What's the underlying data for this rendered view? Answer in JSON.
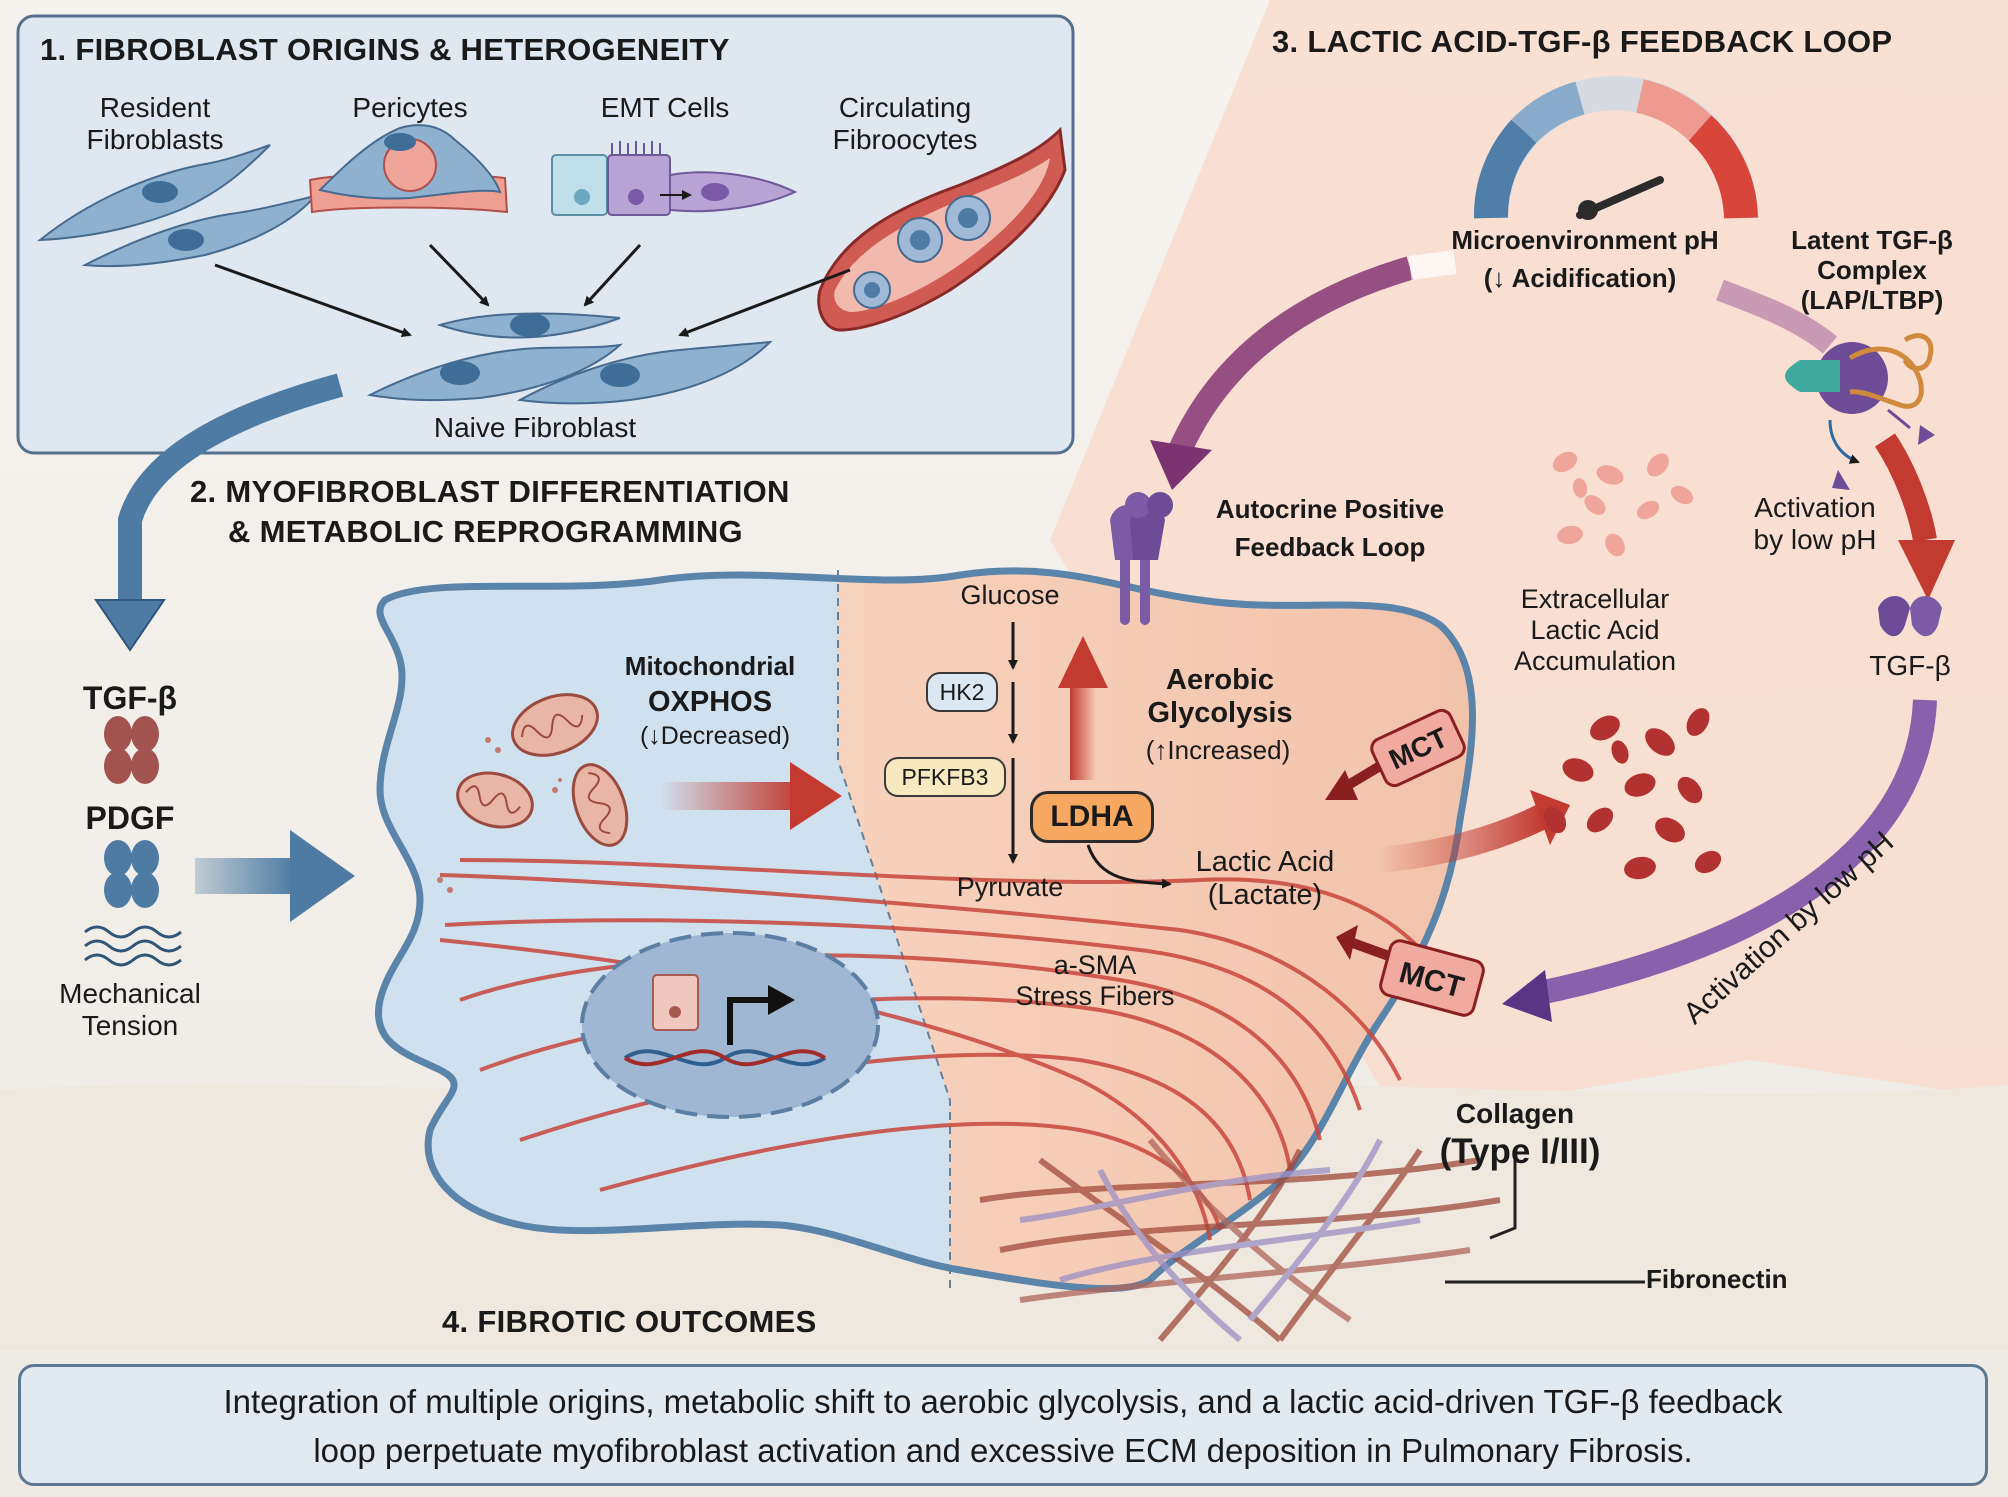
{
  "section1": {
    "title": "1. FIBROBLAST ORIGINS & HETEROGENEITY",
    "resident": [
      "Resident",
      "Fibroblasts"
    ],
    "pericytes": "Pericytes",
    "emt": "EMT Cells",
    "circulating": [
      "Circulating",
      "Fibroocytes"
    ],
    "naive": "Naive Fibroblast"
  },
  "section2": {
    "title_line1": "2. MYOFIBROBLAST DIFFERENTIATION",
    "title_line2": "& METABOLIC REPROGRAMMING",
    "tgf": "TGF-β",
    "pdgf": "PDGF",
    "mechanical": [
      "Mechanical",
      "Tension"
    ],
    "mito_title": "Mitochondrial",
    "oxphos": "OXPHOS",
    "oxphos_state": "(↓Decreased)",
    "glucose": "Glucose",
    "hk2": "HK2",
    "pfkfb3": "PFKFB3",
    "pyruvate": "Pyruvate",
    "ldha": "LDHA",
    "lactic_acid": [
      "Lactic Acid",
      "(Lactate)"
    ],
    "aerobic": [
      "Aerobic",
      "Glycolysis"
    ],
    "aerobic_state": "(↑Increased)",
    "sma": [
      "a-SMA",
      "Stress Fibers"
    ],
    "mct": "MCT"
  },
  "section3": {
    "title": "3. LACTIC ACID-TGF-β FEEDBACK LOOP",
    "ph": "Microenvironment pH",
    "acid": "(↓ Acidification)",
    "latent": [
      "Latent TGF-β",
      "Complex",
      "(LAP/LTBP)"
    ],
    "autocrine": [
      "Autocrine Positive",
      "Feedback Loop"
    ],
    "extracellular": [
      "Extracellular",
      "Lactic Acid",
      "Accumulation"
    ],
    "activation": [
      "Activation",
      "by low pH"
    ],
    "tgf": "TGF-β",
    "activation_curve": "Activation by low pH"
  },
  "section4": {
    "title": "4. FIBROTIC OUTCOMES",
    "collagen": "Collagen",
    "collagen_type": "(Type I/III)",
    "fibronectin": "Fibronectin",
    "summary_line1": "Integration of multiple origins, metabolic shift to aerobic glycolysis, and a lactic acid-driven TGF-β feedback",
    "summary_line2": "loop perpetuate myofibroblast activation and excessive ECM deposition in Pulmonary Fibrosis."
  }
}
